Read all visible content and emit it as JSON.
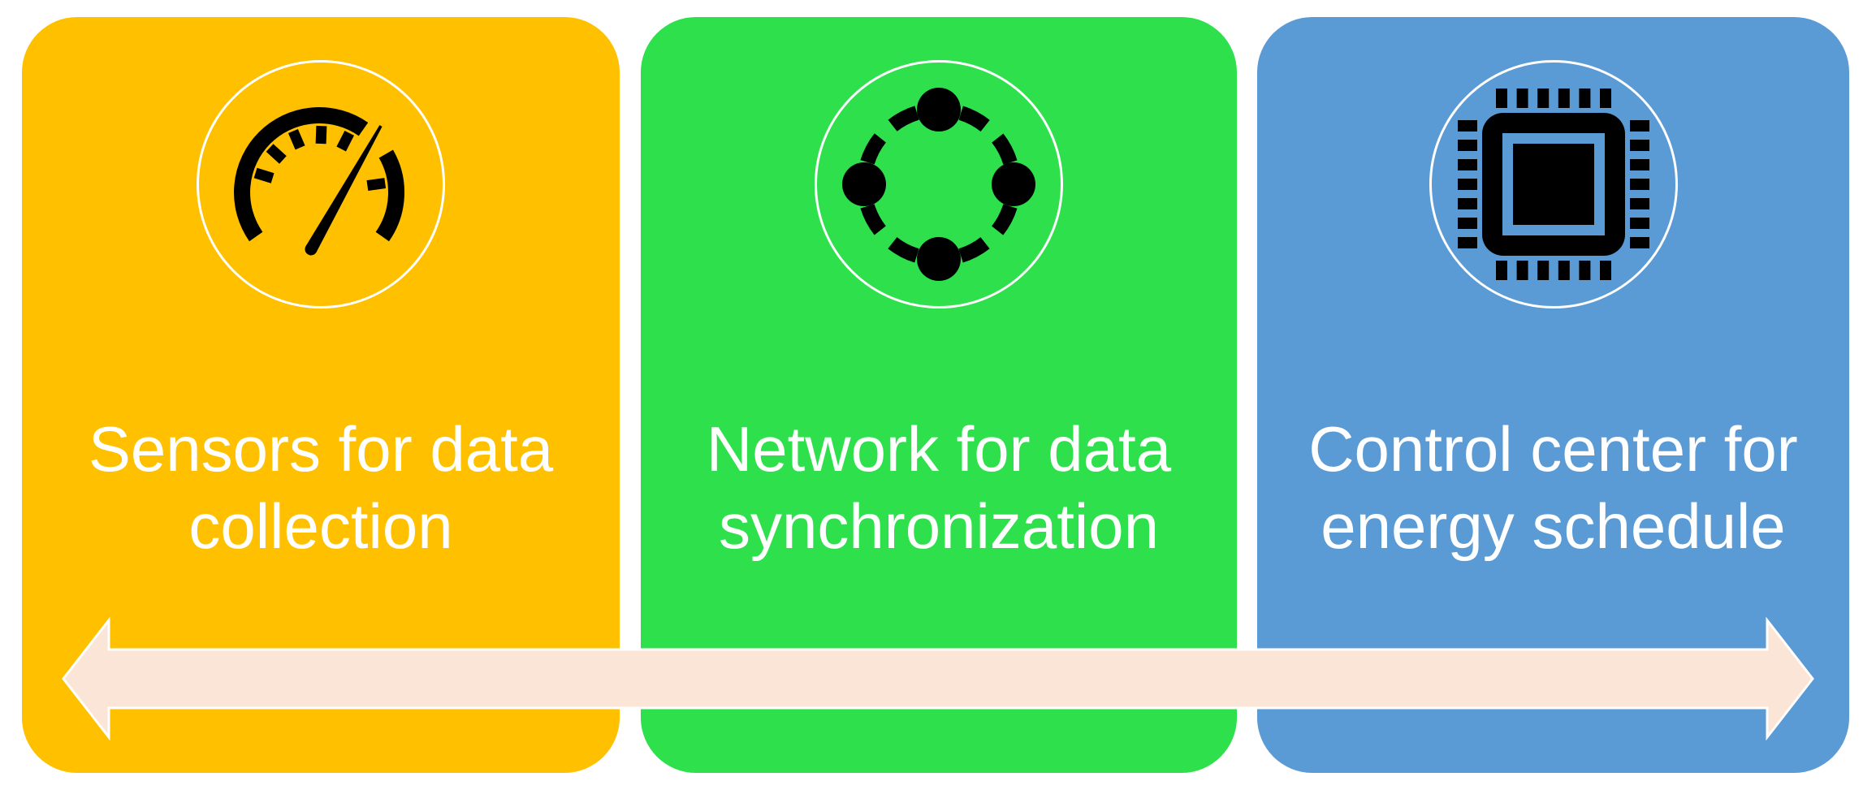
{
  "diagram": {
    "background": "#FFFFFF",
    "icon_color": "#000000",
    "cards": [
      {
        "label": "Sensors for data collection",
        "lines": [
          "Sensors for data",
          "collection"
        ],
        "icon": "speedometer-icon",
        "color": "#FFC000",
        "text_color": "#FFFFFF"
      },
      {
        "label": "Network for data synchronization",
        "lines": [
          "Network for data",
          "synchronization"
        ],
        "icon": "network-sync-icon",
        "color": "#2EE14C",
        "text_color": "#FFFFFF"
      },
      {
        "label": "Control center for energy schedule",
        "lines": [
          "Control center for",
          "energy schedule"
        ],
        "icon": "cpu-chip-icon",
        "color": "#5B9BD5",
        "text_color": "#FFFFFF"
      }
    ],
    "arrow": {
      "type": "double-headed-horizontal",
      "color": "#FBE5D6",
      "outline": "#FFFFFF"
    }
  }
}
